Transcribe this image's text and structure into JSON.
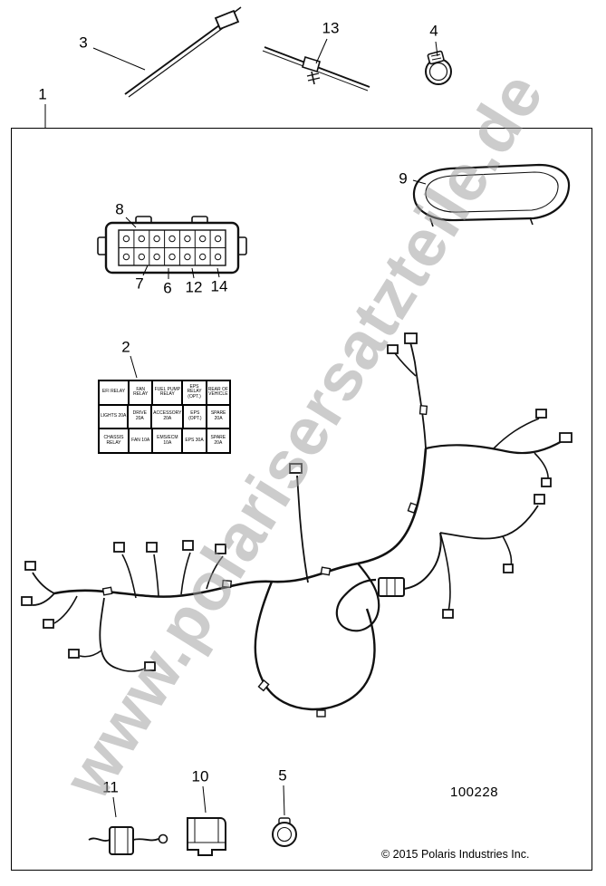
{
  "watermark": "www.polarisersatzteile.de",
  "part_number": "100228",
  "copyright": "© 2015 Polaris Industries Inc.",
  "callouts": {
    "c1": "1",
    "c2": "2",
    "c3": "3",
    "c4": "4",
    "c5": "5",
    "c6": "6",
    "c7": "7",
    "c8": "8",
    "c9": "9",
    "c10": "10",
    "c11": "11",
    "c12": "12",
    "c13": "13",
    "c14": "14"
  },
  "fuse_label": {
    "rows": [
      [
        "EFI RELAY",
        "FAN RELAY",
        "FUEL PUMP RELAY",
        "EPS RELAY (OPT.)",
        "REAR OF VEHICLE"
      ],
      [
        "LIGHTS 20A",
        "DRIVE 20A",
        "ACCESSORY 20A",
        "EPS (OPT.)",
        "SPARE 20A"
      ],
      [
        "CHASSIS RELAY",
        "FAN 10A",
        "EMS/ECM 10A",
        "EPS 30A",
        "SPARE 20A"
      ]
    ]
  }
}
